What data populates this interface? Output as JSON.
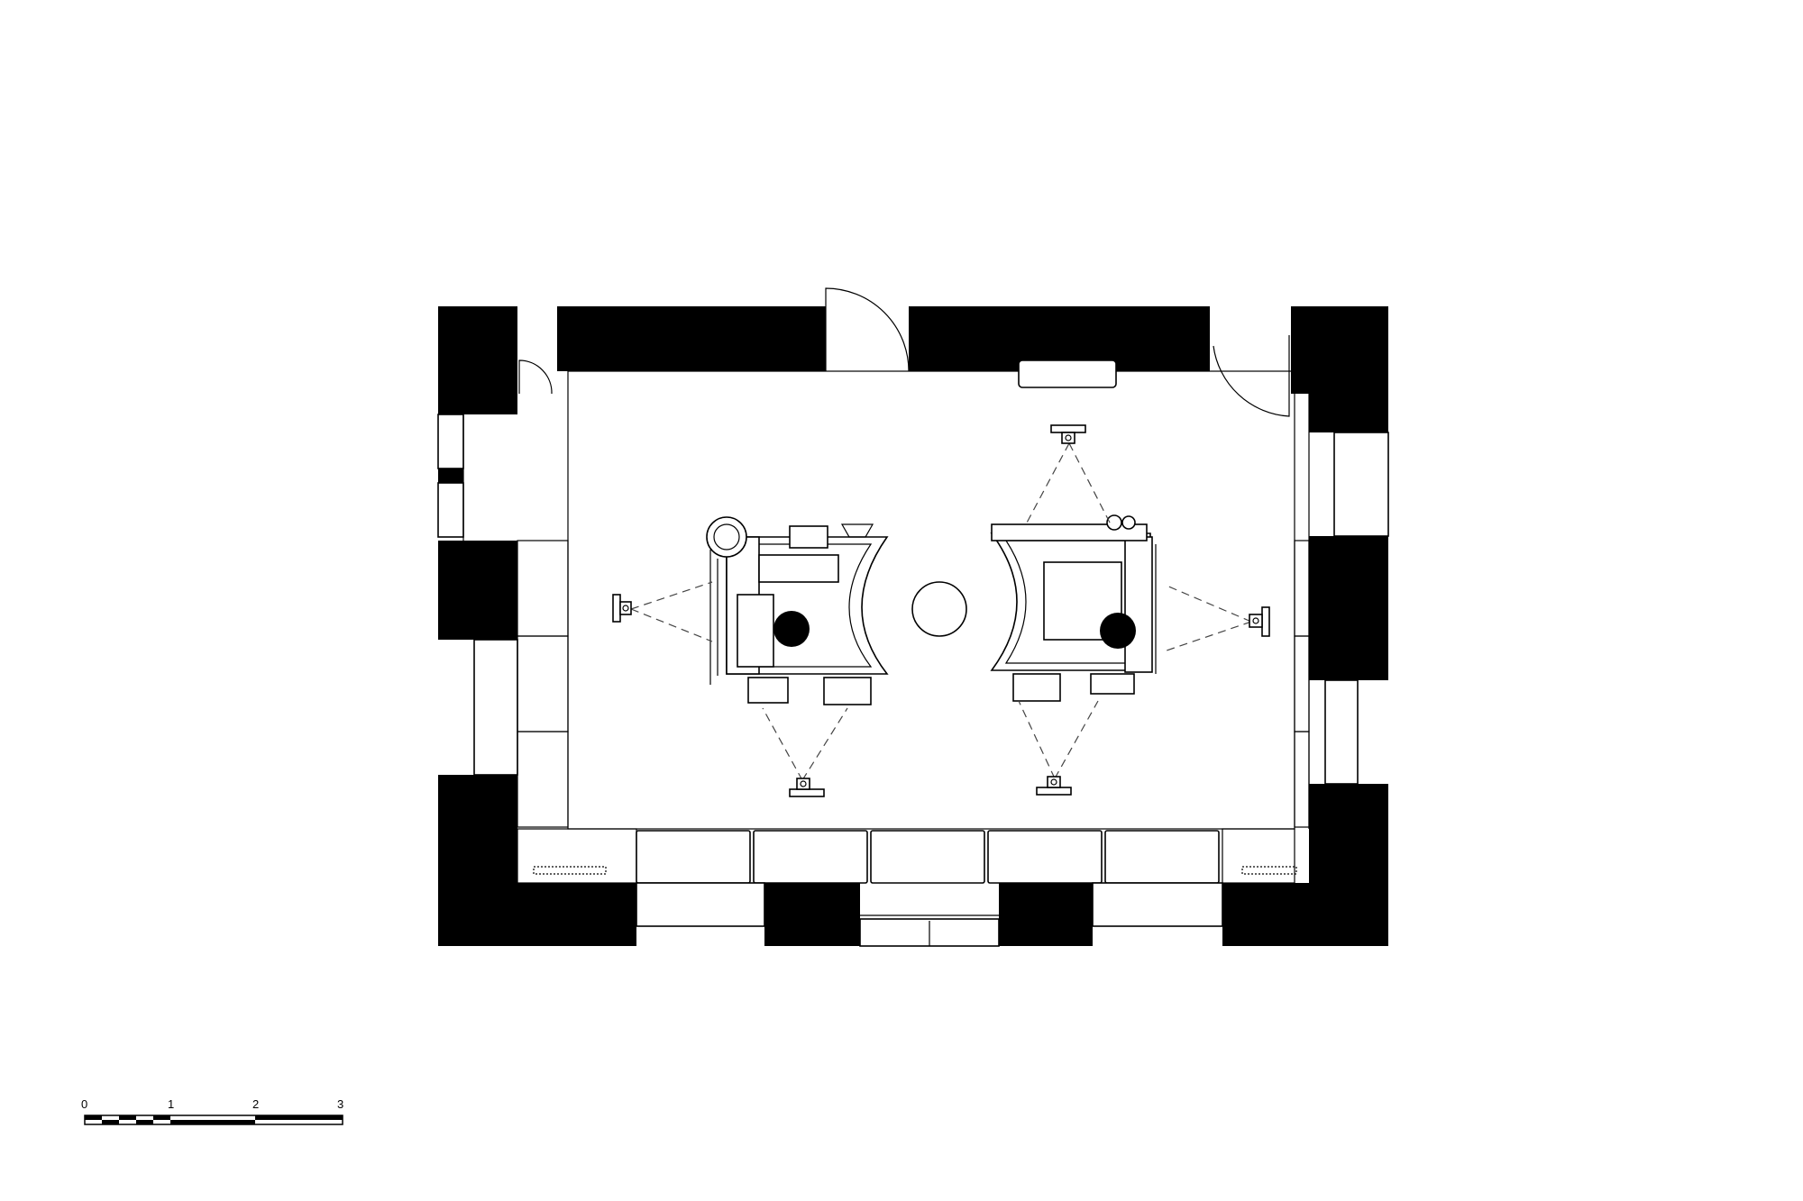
{
  "scale_bar": {
    "labels": [
      "0",
      "1",
      "2",
      "3"
    ]
  },
  "colors": {
    "wall": "#000000",
    "background": "#ffffff",
    "line": "#000000",
    "dashed_sightline": "#444444"
  },
  "icons": [
    "door-swing-icon",
    "radiator-icon",
    "camera-icon",
    "booth-icon",
    "table-icon",
    "column-icon"
  ]
}
